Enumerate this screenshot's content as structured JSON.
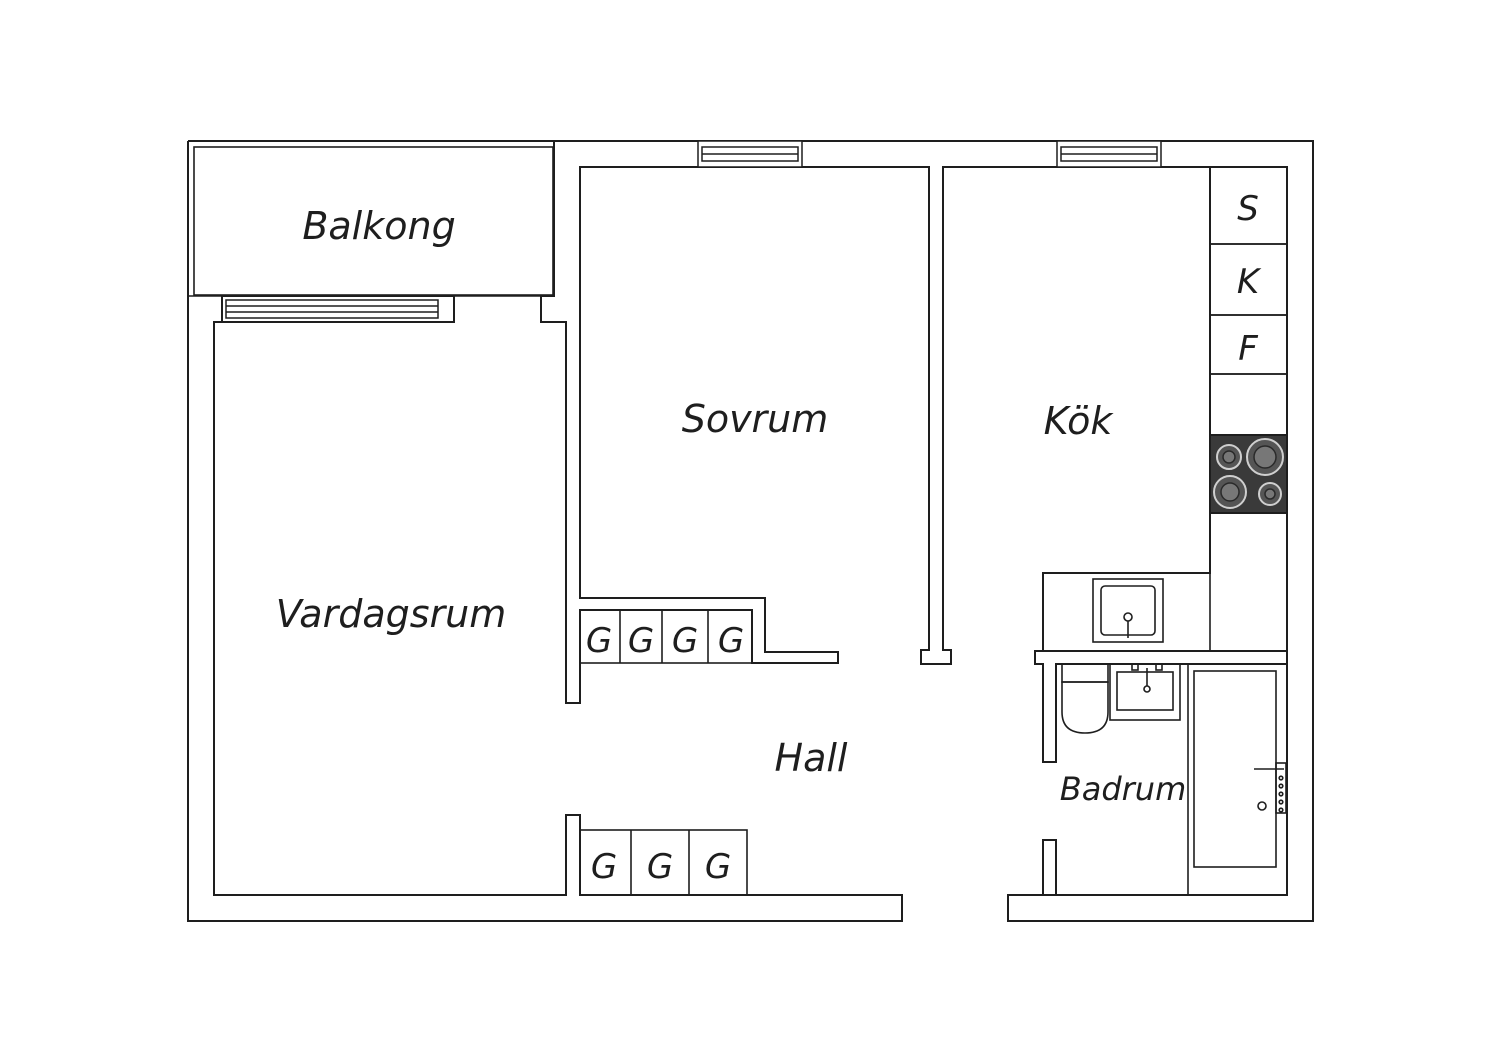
{
  "rooms": {
    "balkong": "Balkong",
    "vardagsrum": "Vardagsrum",
    "sovrum": "Sovrum",
    "kok": "Kök",
    "hall": "Hall",
    "badrum": "Badrum"
  },
  "kitchen_units": [
    "S",
    "K",
    "F"
  ],
  "wardrobes_upper": [
    "G",
    "G",
    "G",
    "G"
  ],
  "wardrobes_lower": [
    "G",
    "G",
    "G"
  ],
  "colors": {
    "wall": "#1e1e1e",
    "stove": "#3a3a3a",
    "background": "#ffffff"
  }
}
